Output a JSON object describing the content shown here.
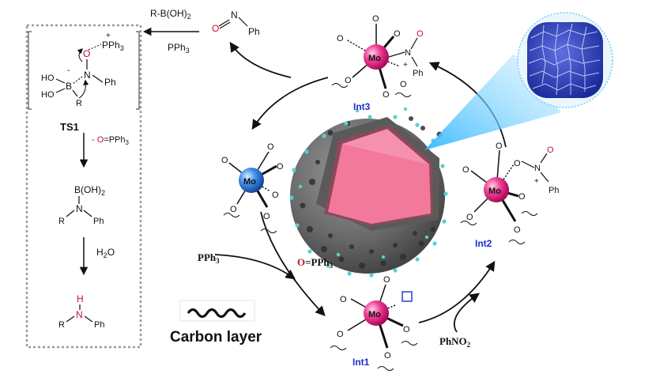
{
  "colors": {
    "mo_pink": "#e0107a",
    "mo_blue": "#2c7be0",
    "accent_red": "#d21f26",
    "label_blue": "#1a2fd1",
    "shell_gray": "#6c6c6c",
    "core_pink": "#f06b90",
    "dots_cyan": "#5ad0d0",
    "carbon_red": "#e02020"
  },
  "left_panel": {
    "top_reagent": "R-B(OH)",
    "top_reagent_sub": "2",
    "bottom_reagent": "PPh",
    "bottom_reagent_sub": "3",
    "nitroso": {
      "o": "O",
      "n": "N",
      "ph": "Ph"
    },
    "ts": {
      "pph3": "PPh",
      "pph3_sub": "3",
      "plus": "+",
      "minus": "-",
      "o": "O",
      "n": "N",
      "ph": "Ph",
      "b": "B",
      "ho1": "HO",
      "ho2": "HO",
      "r": "R"
    },
    "ts_label": "TS1",
    "byproduct_o": "- O",
    "byproduct_rest": "=PPh",
    "byproduct_sub": "3",
    "intermediate": {
      "b": "B(OH)",
      "b_sub": "2",
      "n": "N",
      "r": "R",
      "ph": "Ph"
    },
    "water": "H",
    "water_sub": "2",
    "water_o": "O",
    "product": {
      "h": "H",
      "n": "N",
      "r": "R",
      "ph": "Ph"
    }
  },
  "cycle": {
    "int3_label": "Int3",
    "int2_label": "Int2",
    "int1_label": "Int1",
    "mo": "Mo",
    "o": "O",
    "n": "N",
    "ph": "Ph",
    "plus": "+",
    "pph3_in": "PPh",
    "pph3_in_sub": "3",
    "ophosphine_o": "O",
    "ophosphine_rest": "=PPh",
    "ophosphine_sub": "3",
    "phno2": "PhNO",
    "phno2_sub": "2"
  },
  "legend": {
    "text": "Carbon layer"
  }
}
